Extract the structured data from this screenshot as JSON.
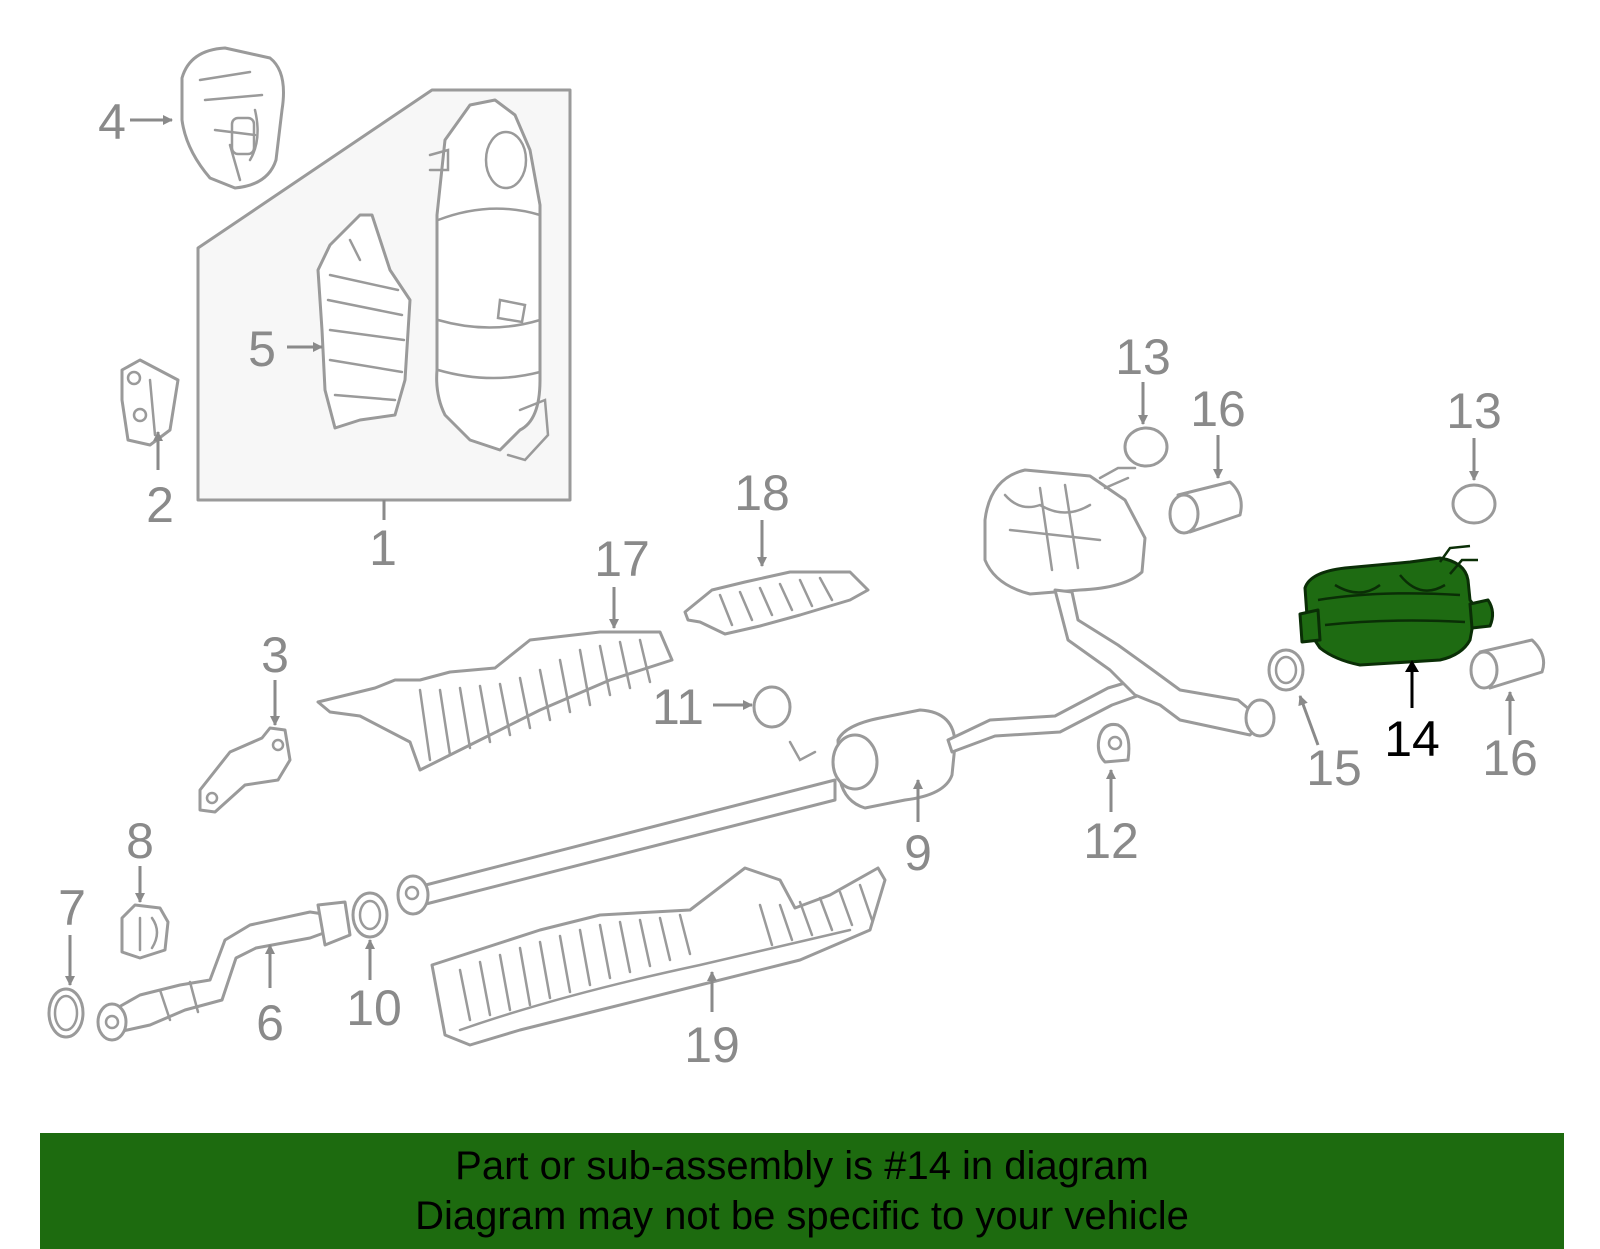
{
  "callouts": {
    "c1": "1",
    "c2": "2",
    "c3": "3",
    "c4": "4",
    "c5": "5",
    "c6": "6",
    "c7": "7",
    "c8": "8",
    "c9": "9",
    "c10": "10",
    "c11": "11",
    "c12": "12",
    "c13a": "13",
    "c13b": "13",
    "c14": "14",
    "c15": "15",
    "c16a": "16",
    "c16b": "16",
    "c17": "17",
    "c18": "18",
    "c19": "19"
  },
  "highlight": {
    "part_number": "14",
    "color": "#1e6b12"
  },
  "banner": {
    "line1": "Part or sub-assembly is #14 in diagram",
    "line2": "Diagram may not be specific to your vehicle",
    "background": "#1d6b0f"
  }
}
